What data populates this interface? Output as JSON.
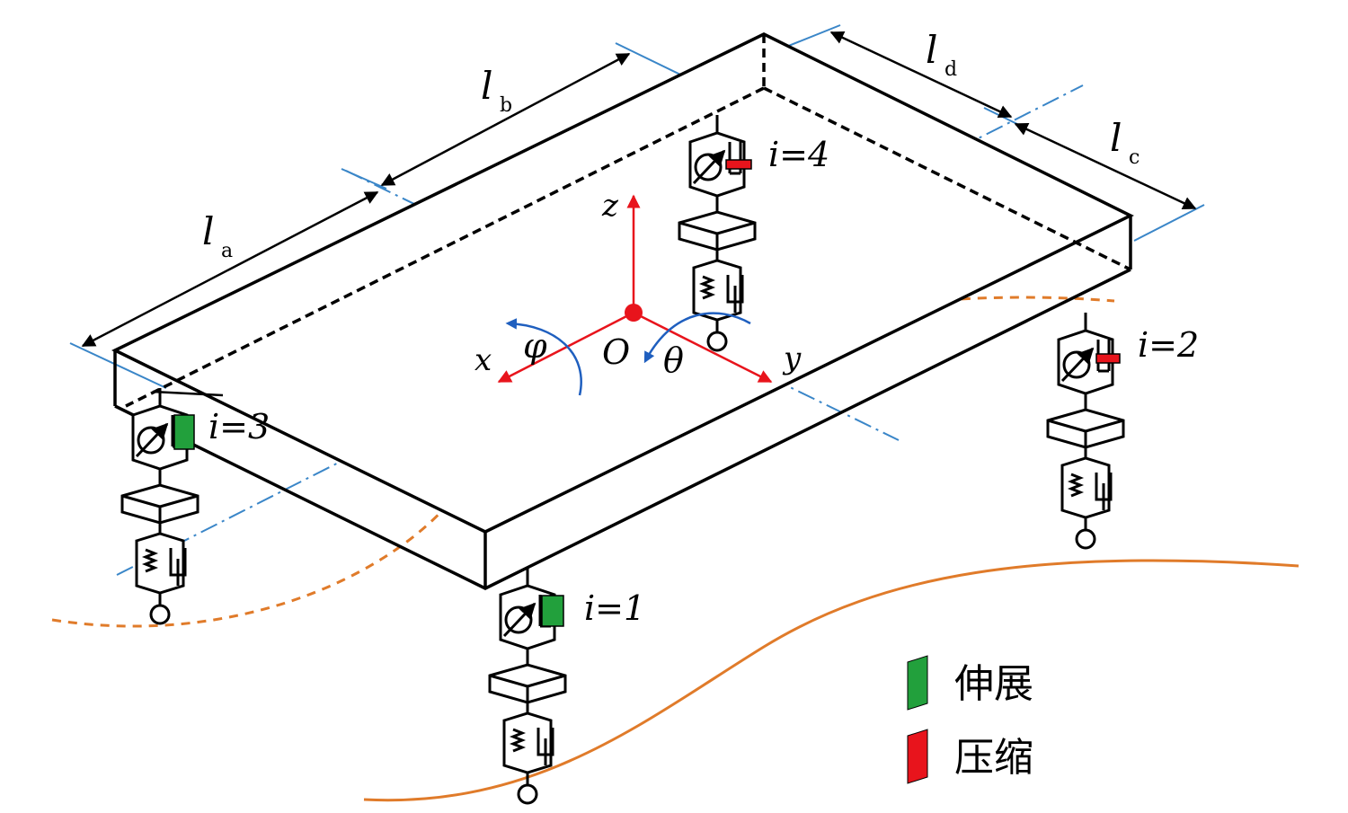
{
  "dimensions": {
    "la": {
      "main": "l",
      "sub": "a"
    },
    "lb": {
      "main": "l",
      "sub": "b"
    },
    "lc": {
      "main": "l",
      "sub": "c"
    },
    "ld": {
      "main": "l",
      "sub": "d"
    }
  },
  "axes": {
    "x": "x",
    "y": "y",
    "z": "z",
    "origin": "O",
    "phi": "φ",
    "theta": "θ"
  },
  "legs": {
    "i1": "i=1",
    "i2": "i=2",
    "i3": "i=3",
    "i4": "i=4"
  },
  "legend": {
    "extension": "伸展",
    "compression": "压缩"
  },
  "colors": {
    "axis": "#e8141c",
    "rotation": "#1f5fbf",
    "centerline": "#3a86c8",
    "road": "#e07b2a",
    "extension": "#22a03c",
    "compression": "#e8141c",
    "outline": "#000000"
  }
}
